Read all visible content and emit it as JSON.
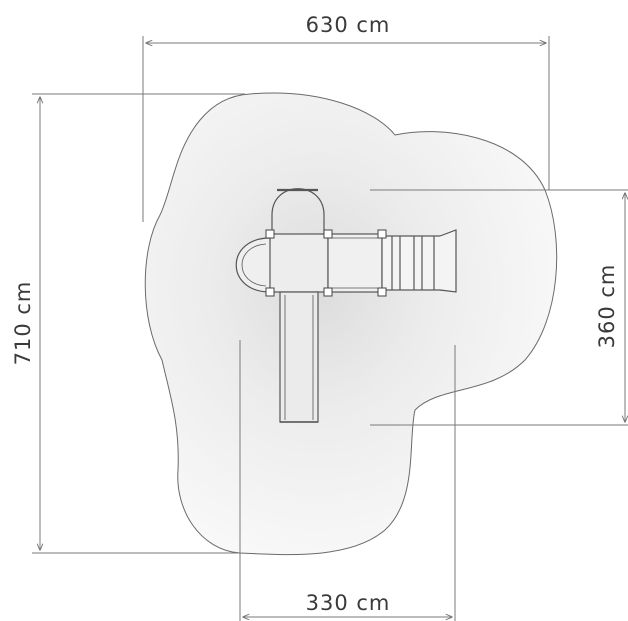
{
  "dimensions": {
    "top_width": "630 cm",
    "left_height": "710 cm",
    "right_height": "360 cm",
    "bottom_width": "330 cm"
  },
  "colors": {
    "line": "#7a7a7a",
    "zone_fill": "#f1f1f1",
    "structure": "#555555",
    "text": "#3a3a3a"
  }
}
